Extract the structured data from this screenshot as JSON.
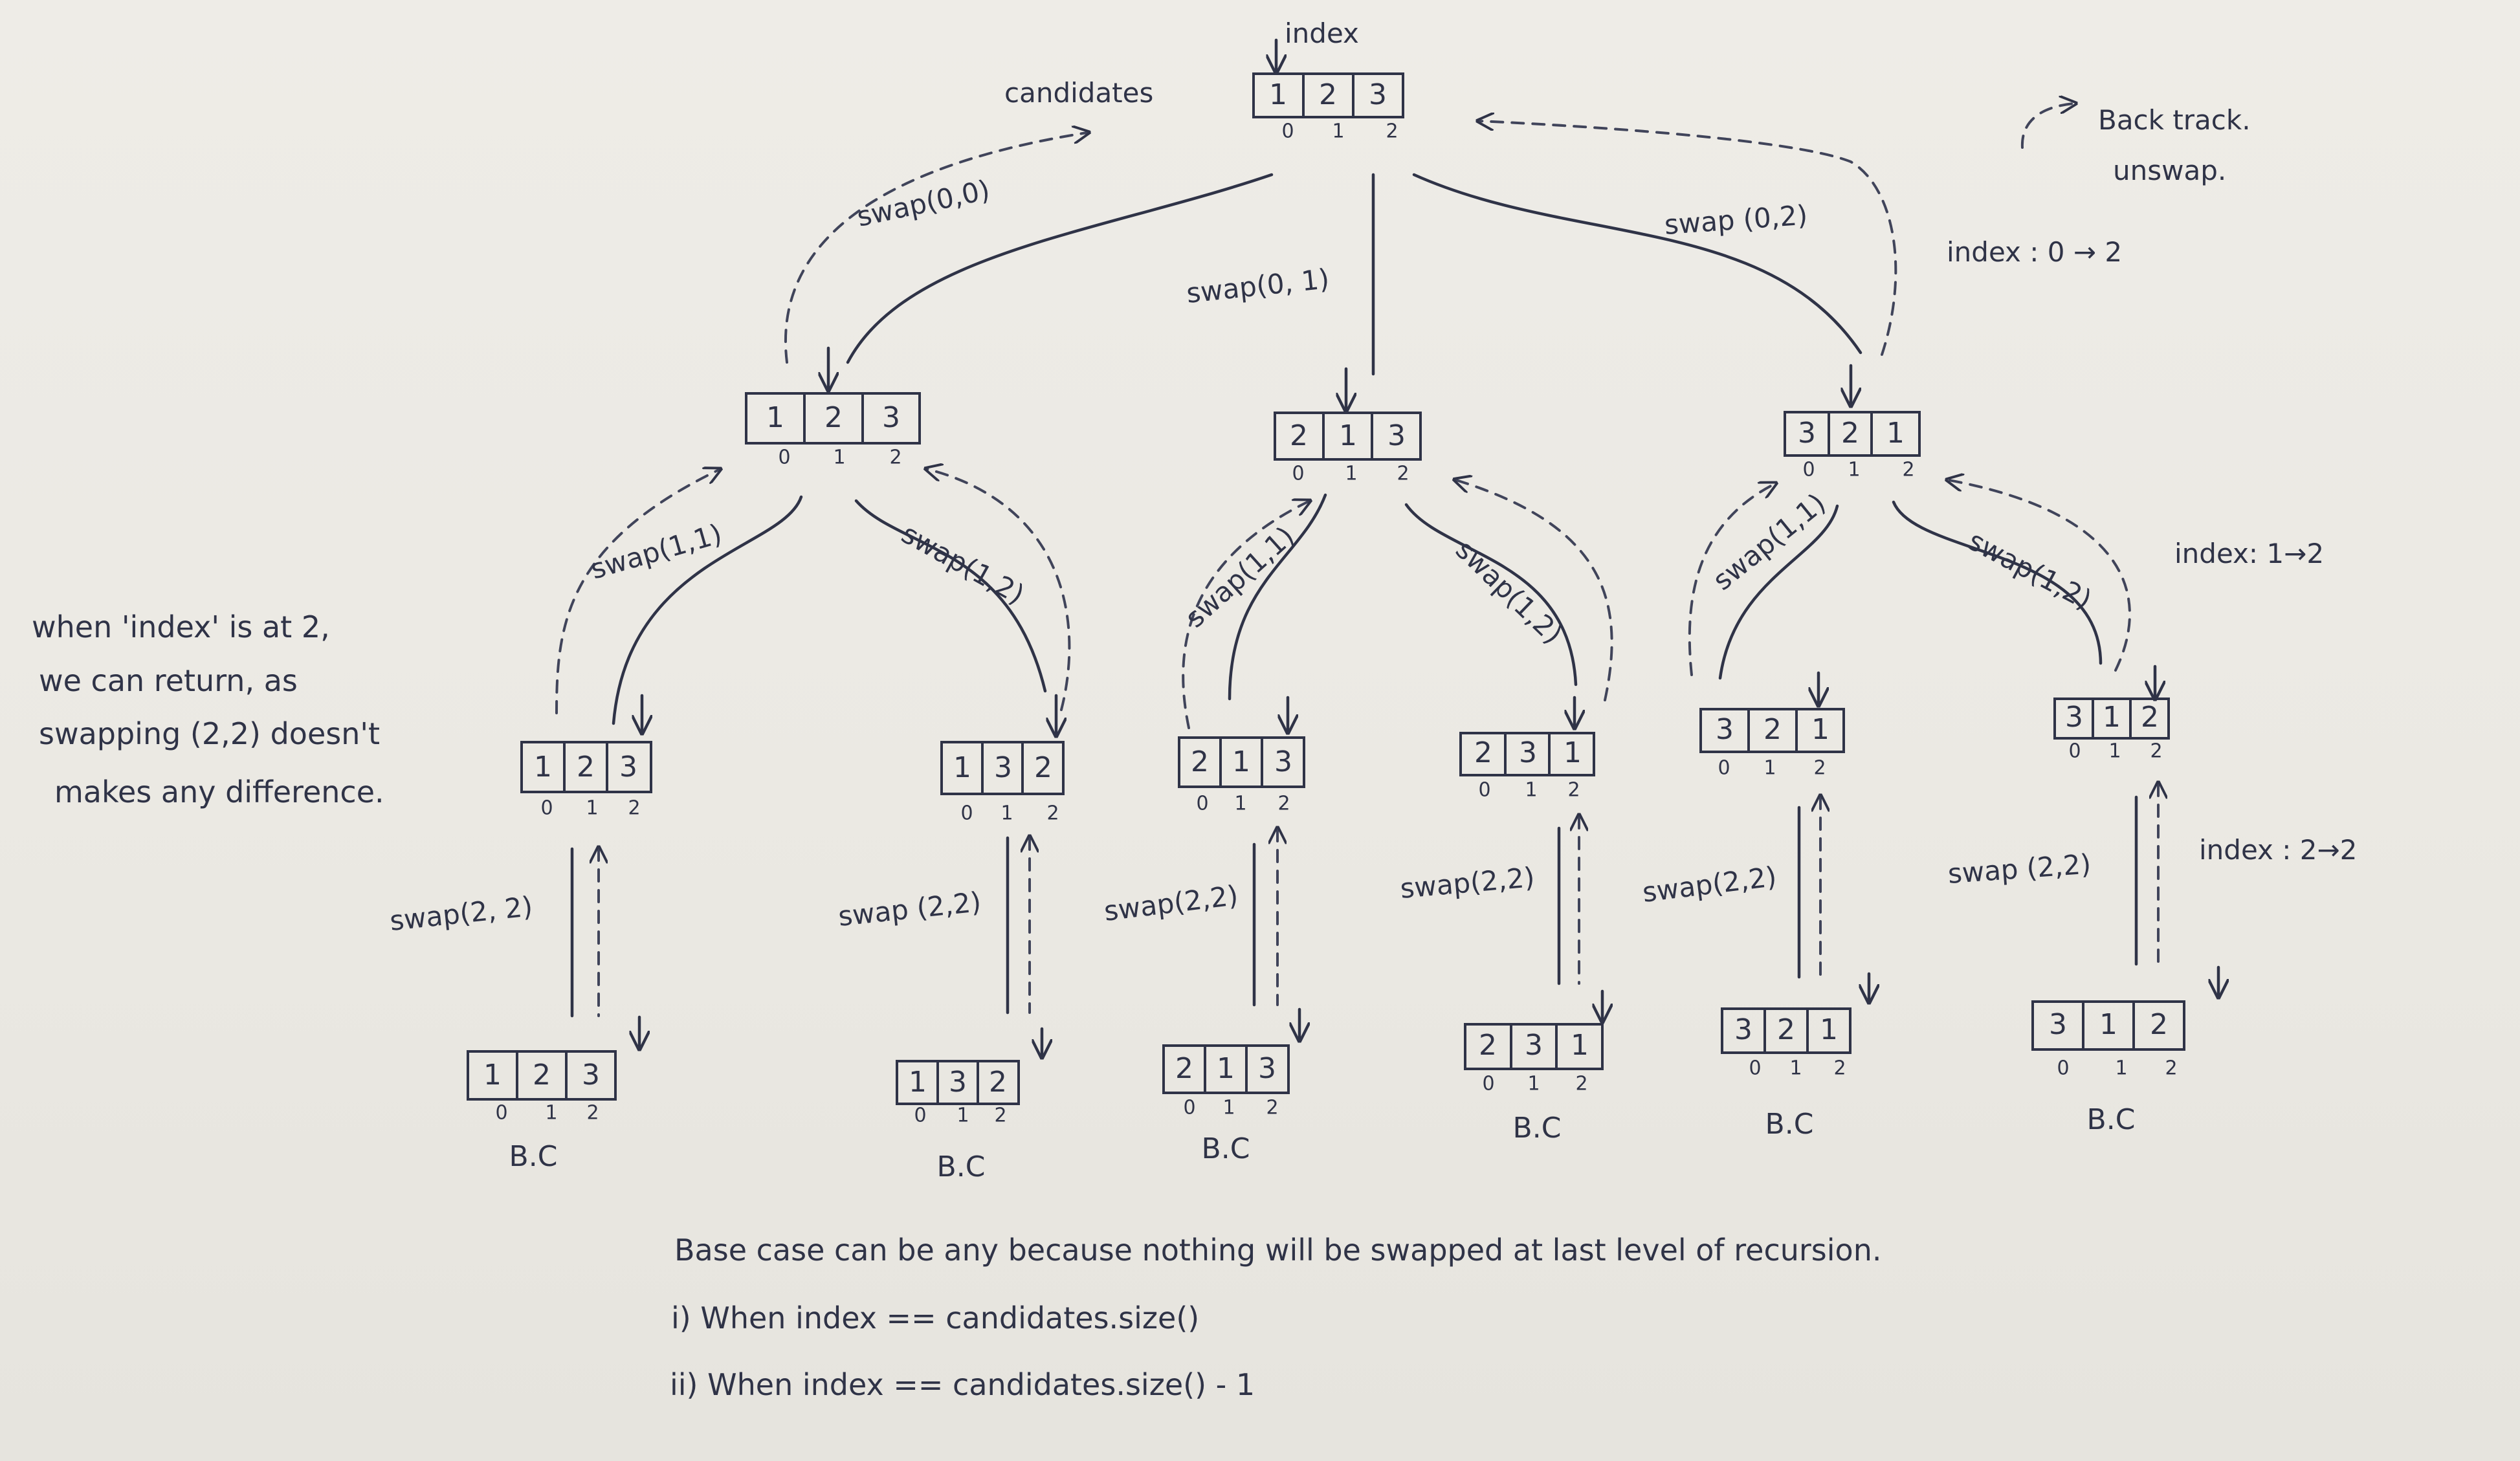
{
  "title": {
    "candidates_label": "candidates",
    "index_label": "index",
    "backtrack_label": "Back track.",
    "unswap_label": "unswap.",
    "index_levels": [
      "index : 0 → 2",
      "index: 1→2",
      "index : 2→2"
    ]
  },
  "root": {
    "values": [
      "1",
      "2",
      "3"
    ],
    "indices": [
      "0",
      "1",
      "2"
    ]
  },
  "level1": [
    {
      "values": [
        "1",
        "2",
        "3"
      ],
      "indices": [
        "0",
        "1",
        "2"
      ],
      "swap": "swap(0,0)"
    },
    {
      "values": [
        "2",
        "1",
        "3"
      ],
      "indices": [
        "0",
        "1",
        "2"
      ],
      "swap": "swap(0, 1)"
    },
    {
      "values": [
        "3",
        "2",
        "1"
      ],
      "indices": [
        "0",
        "1",
        "2"
      ],
      "swap": "swap (0,2)"
    }
  ],
  "level2": [
    {
      "values": [
        "1",
        "2",
        "3"
      ],
      "indices": [
        "0",
        "1",
        "2"
      ],
      "swap": "swap(1,1)"
    },
    {
      "values": [
        "1",
        "3",
        "2"
      ],
      "indices": [
        "0",
        "1",
        "2"
      ],
      "swap": "swap(1,2)"
    },
    {
      "values": [
        "2",
        "1",
        "3"
      ],
      "indices": [
        "0",
        "1",
        "2"
      ],
      "swap": "swap(1,1)"
    },
    {
      "values": [
        "2",
        "3",
        "1"
      ],
      "indices": [
        "0",
        "1",
        "2"
      ],
      "swap": "swap(1,2)"
    },
    {
      "values": [
        "3",
        "2",
        "1"
      ],
      "indices": [
        "0",
        "1",
        "2"
      ],
      "swap": "swap(1,1)"
    },
    {
      "values": [
        "3",
        "1",
        "2"
      ],
      "indices": [
        "0",
        "1",
        "2"
      ],
      "swap": "swap(1,2)"
    }
  ],
  "level3": [
    {
      "values": [
        "1",
        "2",
        "3"
      ],
      "indices": [
        "0",
        "1",
        "2"
      ],
      "swap": "swap(2, 2)",
      "bc": "B.C"
    },
    {
      "values": [
        "1",
        "3",
        "2"
      ],
      "indices": [
        "0",
        "1",
        "2"
      ],
      "swap": "swap (2,2)",
      "bc": "B.C"
    },
    {
      "values": [
        "2",
        "1",
        "3"
      ],
      "indices": [
        "0",
        "1",
        "2"
      ],
      "swap": "swap(2,2)",
      "bc": "B.C"
    },
    {
      "values": [
        "2",
        "3",
        "1"
      ],
      "indices": [
        "0",
        "1",
        "2"
      ],
      "swap": "swap(2,2)",
      "bc": "B.C"
    },
    {
      "values": [
        "3",
        "2",
        "1"
      ],
      "indices": [
        "0",
        "1",
        "2"
      ],
      "swap": "swap(2,2)",
      "bc": "B.C"
    },
    {
      "values": [
        "3",
        "1",
        "2"
      ],
      "indices": [
        "0",
        "1",
        "2"
      ],
      "swap": "swap (2,2)",
      "bc": "B.C"
    }
  ],
  "left_note": [
    "when 'index' is at 2,",
    "we can return, as",
    "swapping (2,2) doesn't",
    "makes any difference."
  ],
  "bottom_note": [
    "Base case can be any because nothing will be swapped at last level of recursion.",
    "i) When index == candidates.size()",
    "ii) When index == candidates.size() - 1"
  ]
}
